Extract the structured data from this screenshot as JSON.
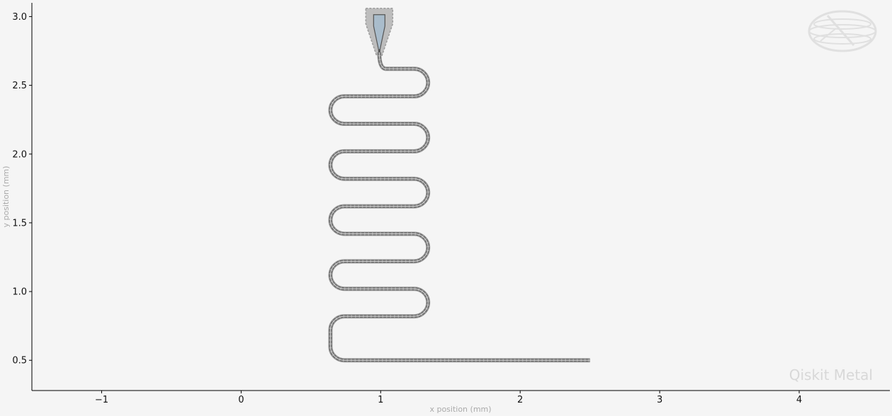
{
  "chart_data": {
    "type": "layout",
    "xlabel": "x position (mm)",
    "ylabel": "y position (mm)",
    "xlim": [
      -1.5,
      4.65
    ],
    "ylim": [
      0.28,
      3.1
    ],
    "x_ticks": [
      -1,
      0,
      1,
      2,
      3,
      4
    ],
    "x_tick_labels": [
      "−1",
      "0",
      "1",
      "2",
      "3",
      "4"
    ],
    "y_ticks": [
      0.5,
      1.0,
      1.5,
      2.0,
      2.5,
      3.0
    ],
    "y_tick_labels": [
      "0.5",
      "1.0",
      "1.5",
      "2.0",
      "2.5",
      "3.0"
    ],
    "grid": false,
    "meander": {
      "start": [
        0.99,
        2.74
      ],
      "end": [
        2.5,
        0.5
      ],
      "left_x": 0.64,
      "right_x": 1.34,
      "turn_radius": 0.1,
      "lead_x": 1.04,
      "rows_y": [
        2.62,
        2.42,
        2.22,
        2.02,
        1.82,
        1.62,
        1.42,
        1.22,
        1.02,
        0.82,
        0.5
      ]
    },
    "launch_pad": {
      "center_x": 0.99,
      "top_y": 3.06,
      "bottom_y": 2.76
    },
    "colors": {
      "background": "#f5f5f5",
      "trace": "#6a6a6a",
      "trace_edge": "#9a9a9a",
      "pad_fill": "#a9bccb",
      "pad_gap": "#bdbdbd"
    }
  },
  "watermark": {
    "text": "Qiskit Metal",
    "logo_icon": "qiskit-logo-icon"
  }
}
